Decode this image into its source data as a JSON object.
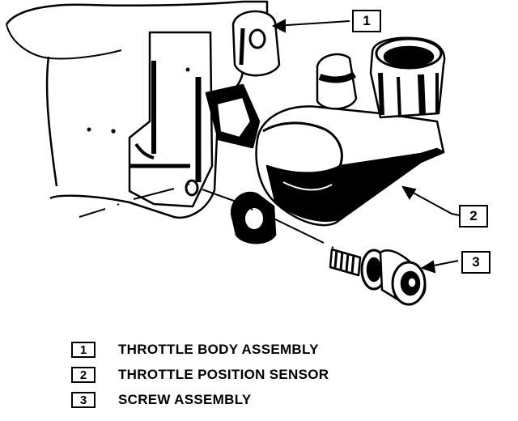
{
  "callouts": [
    {
      "number": "1"
    },
    {
      "number": "2"
    },
    {
      "number": "3"
    }
  ],
  "legend": [
    {
      "number": "1",
      "label": "THROTTLE BODY ASSEMBLY"
    },
    {
      "number": "2",
      "label": "THROTTLE POSITION SENSOR"
    },
    {
      "number": "3",
      "label": "SCREW ASSEMBLY"
    }
  ]
}
